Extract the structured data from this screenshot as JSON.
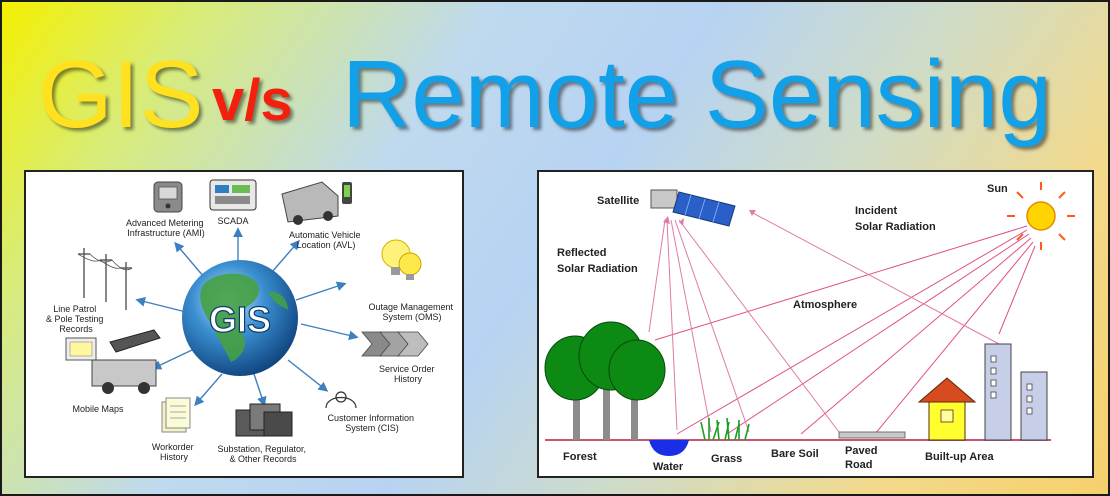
{
  "title": {
    "gis": "GIS",
    "vs": "v/s",
    "remote_sensing": "Remote Sensing"
  },
  "gis_diagram": {
    "center_label": "GIS",
    "labels": {
      "ami": [
        "Advanced Metering",
        "Infrastructure (AMI)"
      ],
      "scada": [
        "SCADA"
      ],
      "avl": [
        "Automatic Vehicle",
        "Location (AVL)"
      ],
      "oms": [
        "Outage Management",
        "System (OMS)"
      ],
      "service": [
        "Service Order",
        "History"
      ],
      "cis": [
        "Customer Information",
        "System (CIS)"
      ],
      "substation": [
        "Substation, Regulator,",
        "& Other Records"
      ],
      "workorder": [
        "Workorder",
        "History"
      ],
      "mobile": [
        "Mobile Maps"
      ],
      "linepatrol": [
        "Line Patrol",
        "& Pole Testing",
        "Records"
      ]
    }
  },
  "rs_diagram": {
    "labels": {
      "satellite": "Satellite",
      "sun": "Sun",
      "incident": [
        "Incident",
        "Solar Radiation"
      ],
      "reflected": [
        "Reflected",
        "Solar Radiation"
      ],
      "atmosphere": "Atmosphere",
      "forest": "Forest",
      "water": "Water",
      "grass": "Grass",
      "bare_soil": "Bare Soil",
      "paved": [
        "Paved",
        "Road"
      ],
      "builtup": "Built-up Area"
    }
  },
  "colors": {
    "gis_title": "#ffe11f",
    "vs_title": "#f2200c",
    "rs_title": "#12a0e8",
    "globe": "#1f74b8",
    "land": "#3d9a3a",
    "ray": "#e0508a"
  }
}
